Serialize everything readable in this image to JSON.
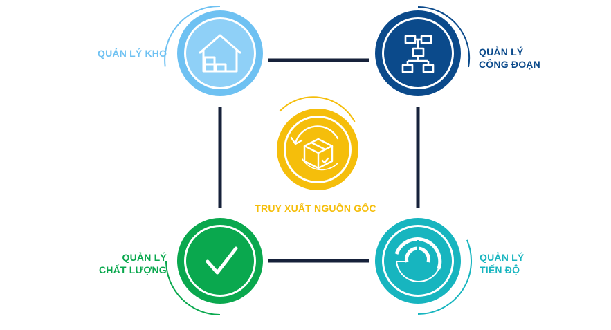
{
  "nodes": {
    "warehouse": {
      "lines": [
        "QUẢN LÝ KHO"
      ],
      "color": "#6ec1f2",
      "icon": "house-boxes-icon"
    },
    "process": {
      "lines": [
        "QUẢN LÝ",
        "CÔNG ĐOẠN"
      ],
      "color": "#0b4a8b",
      "icon": "flowchart-icon"
    },
    "quality": {
      "lines": [
        "QUẢN LÝ",
        "CHẤT LƯỢNG"
      ],
      "color": "#0aa84e",
      "icon": "checkmark-icon"
    },
    "progress": {
      "lines": [
        "QUẢN LÝ",
        "TIẾN ĐỘ"
      ],
      "color": "#17b5bf",
      "icon": "donut-progress-icon"
    },
    "traceability": {
      "lines": [
        "TRUY XUẤT NGUỒN GỐC"
      ],
      "color": "#f5be0b",
      "icon": "package-cycle-icon"
    }
  },
  "connector_color": "#16213a"
}
